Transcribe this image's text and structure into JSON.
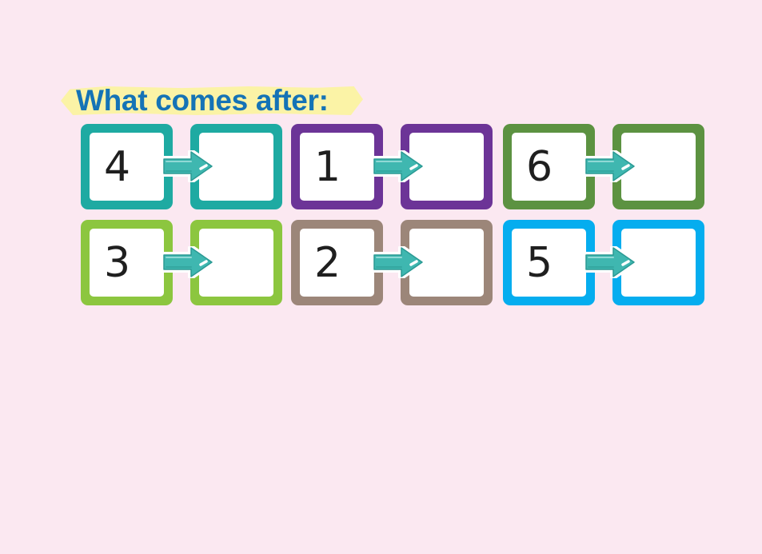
{
  "title": "What comes after:",
  "pairs": [
    {
      "number": "4",
      "color": "#1eaaa2",
      "answer": ""
    },
    {
      "number": "1",
      "color": "#6c3497",
      "answer": ""
    },
    {
      "number": "6",
      "color": "#5c9241",
      "answer": ""
    },
    {
      "number": "3",
      "color": "#8cc63f",
      "answer": ""
    },
    {
      "number": "2",
      "color": "#9c8679",
      "answer": ""
    },
    {
      "number": "5",
      "color": "#05adef",
      "answer": ""
    }
  ],
  "arrow_icon": "right-arrow-icon",
  "arrow_color": "#3fb7b0"
}
